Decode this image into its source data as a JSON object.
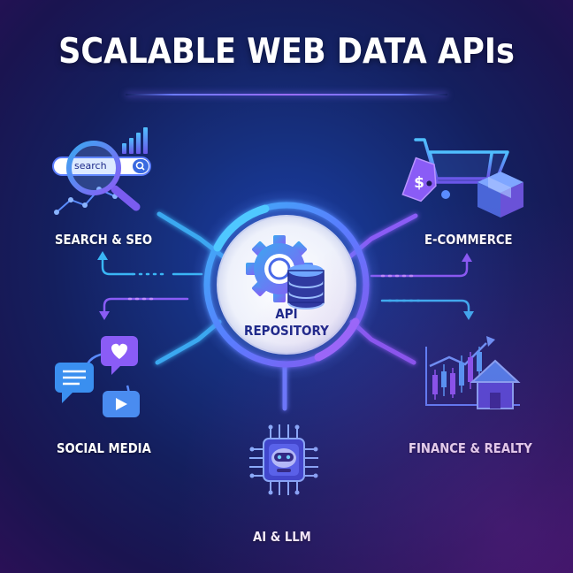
{
  "title": "SCALABLE WEB DATA APIs",
  "center": {
    "line1": "API",
    "line2": "REPOSITORY"
  },
  "categories": {
    "search": {
      "label": "SEARCH & SEO",
      "search_box_text": "search"
    },
    "ecommerce": {
      "label": "E-COMMERCE",
      "price_tag_symbol": "$"
    },
    "social": {
      "label": "SOCIAL MEDIA"
    },
    "finance": {
      "label": "FINANCE & REALTY"
    },
    "ai": {
      "label": "AI & LLM"
    }
  },
  "colors": {
    "background_top": "#16307f",
    "background_bottom": "#2a1056",
    "accent_blue": "#3aa8f0",
    "accent_purple": "#8a5cf6",
    "center_text": "#1e2a8a"
  },
  "icons": [
    "magnifier-icon",
    "bar-chart-icon",
    "line-chart-icon",
    "shopping-cart-icon",
    "price-tag-icon",
    "package-box-icon",
    "gear-icon",
    "database-icon",
    "chat-bubble-icon",
    "heart-icon",
    "play-icon",
    "candlestick-chart-icon",
    "house-icon",
    "robot-chip-icon"
  ]
}
